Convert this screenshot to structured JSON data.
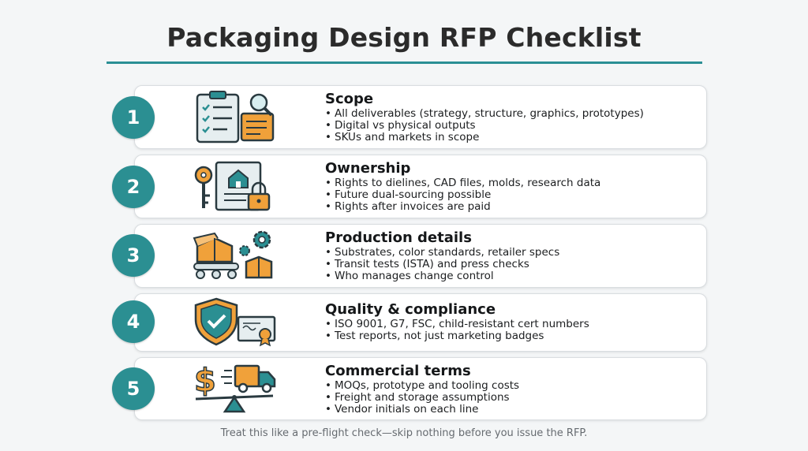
{
  "title": "Packaging Design RFP Checklist",
  "footer": "Treat this like a pre-flight check—skip nothing before you issue the RFP.",
  "accent_color": "#2b8f92",
  "sections": [
    {
      "number": "1",
      "heading": "Scope",
      "icon": "clipboard-checklist-magnifier-icon",
      "items": [
        "All deliverables (strategy, structure, graphics, prototypes)",
        "Digital vs physical outputs",
        "SKUs and markets in scope"
      ]
    },
    {
      "number": "2",
      "heading": "Ownership",
      "icon": "key-document-lock-icon",
      "items": [
        "Rights to dielines, CAD files, molds, research data",
        "Future dual-sourcing possible",
        "Rights after invoices are paid"
      ]
    },
    {
      "number": "3",
      "heading": "Production details",
      "icon": "boxes-gears-conveyor-icon",
      "items": [
        "Substrates, color standards, retailer specs",
        "Transit tests (ISTA) and press checks",
        "Who manages change control"
      ]
    },
    {
      "number": "4",
      "heading": "Quality & compliance",
      "icon": "shield-certificate-icon",
      "items": [
        "ISO 9001, G7, FSC, child-resistant cert numbers",
        "Test reports, not just marketing badges"
      ]
    },
    {
      "number": "5",
      "heading": "Commercial terms",
      "icon": "dollar-truck-balance-icon",
      "items": [
        "MOQs, prototype and tooling costs",
        "Freight and storage assumptions",
        "Vendor initials on each line"
      ]
    }
  ]
}
